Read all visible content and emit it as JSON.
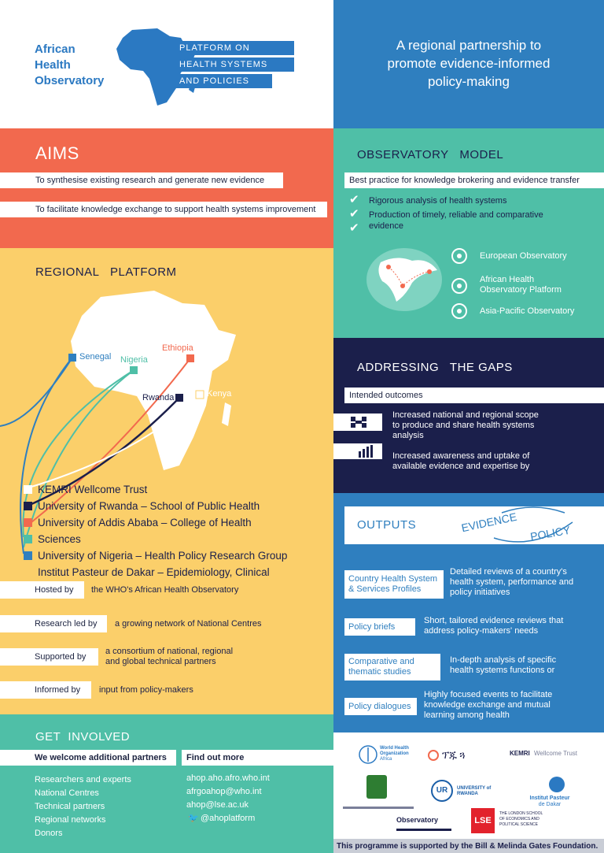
{
  "header": {
    "logo_line1": "African",
    "logo_line2": "Health",
    "logo_line3": "Observatory",
    "platform_line1": "PLATFORM ON",
    "platform_line2": "HEALTH SYSTEMS",
    "platform_line3": "AND POLICIES",
    "tagline_line1": "A regional partnership to",
    "tagline_line2": "promote evidence-informed",
    "tagline_line3": "policy-making"
  },
  "aims": {
    "title": "AIMS",
    "items": [
      "To synthesise existing research and generate new evidence",
      "To facilitate knowledge exchange to support health systems improvement"
    ]
  },
  "observatory_model": {
    "title": "OBSERVATORY   MODEL",
    "subtitle": "Best practice for knowledge brokering and evidence transfer",
    "checks": [
      "Rigorous analysis of health systems",
      "Production of timely, reliable and comparative",
      "evidence"
    ],
    "observatories": [
      "European Observatory",
      "African Health",
      "Observatory Platform",
      "Asia-Pacific Observatory"
    ]
  },
  "regional_platform": {
    "title": "REGIONAL   PLATFORM",
    "countries": {
      "senegal": "Senegal",
      "nigeria": "Nigeria",
      "ethiopia": "Ethiopia",
      "rwanda": "Rwanda",
      "kenya": "Kenya"
    },
    "institutions": [
      "KEMRI Wellcome Trust",
      "University of Rwanda – School of Public Health",
      "University of Addis Ababa – College of Health",
      "Sciences",
      "University of Nigeria – Health Policy Research Group",
      "Institut Pasteur de Dakar – Epidemiology, Clinical"
    ]
  },
  "roles": [
    {
      "label": "Hosted by",
      "value": "the WHO's African Health Observatory"
    },
    {
      "label": "Research led by",
      "value": "a growing network of National Centres"
    },
    {
      "label": "Supported by",
      "value_line1": "a consortium of national, regional",
      "value_line2": "and global technical partners"
    },
    {
      "label": "Informed by",
      "value": "input from policy-makers"
    }
  ],
  "gaps": {
    "title": "ADDRESSING   THE GAPS",
    "subtitle": "Intended outcomes",
    "outcome1_line1": "Increased national and regional scope",
    "outcome1_line2": "to produce and share health systems",
    "outcome1_line3": "analysis",
    "outcome2_line1": "Increased awareness and uptake of",
    "outcome2_line2": "available evidence and expertise by"
  },
  "outputs": {
    "title": "OUTPUTS",
    "evidence_word": "EVIDENCE",
    "policy_word": "POLICY",
    "items": [
      {
        "label_line1": "Country Health System",
        "label_line2": "& Services Profiles",
        "desc_line1": "Detailed reviews of a country's",
        "desc_line2": "health system, performance and",
        "desc_line3": "policy initiatives"
      },
      {
        "label_line1": "Policy briefs",
        "desc_line1": "Short, tailored evidence reviews that",
        "desc_line2": "address policy-makers' needs"
      },
      {
        "label_line1": "Comparative and",
        "label_line2": "thematic studies",
        "desc_line1": "In-depth analysis of specific",
        "desc_line2": "health systems functions or"
      },
      {
        "label_line1": "Policy dialogues",
        "desc_line1": "Highly focused events to facilitate",
        "desc_line2": "knowledge exchange and mutual",
        "desc_line3": "learning among health"
      }
    ]
  },
  "get_involved": {
    "title": "GET  INVOLVED",
    "welcome": "We welcome additional partners",
    "find_out": "Find out more",
    "partners": [
      "Researchers and experts",
      "National Centres",
      "Technical partners",
      "Regional networks",
      "Donors"
    ],
    "links": [
      "ahop.aho.afro.who.int",
      "afrgoahop@who.int",
      "ahop@lse.ac.uk",
      "@ahoplatform"
    ]
  },
  "logos": {
    "who_line1": "World Health",
    "who_line2": "Organization",
    "who_line3": "Africa",
    "kemri": "KEMRI",
    "wellcome": "Wellcome Trust",
    "ur_line1": "UNIVERSITY of",
    "ur_line2": "RWANDA",
    "pasteur_line1": "Institut Pasteur",
    "pasteur_line2": "de Dakar",
    "european_obs": "Observatory",
    "lse": "LSE",
    "lse_line1": "THE LONDON SCHOOL",
    "lse_line2": "OF ECONOMICS AND",
    "lse_line3": "POLITICAL SCIENCE"
  },
  "footer": "This programme is supported by the Bill & Melinda Gates Foundation.",
  "colors": {
    "navy": "#1b1f4b",
    "blue": "#2f7fbf",
    "teal": "#4fbfa7",
    "coral": "#f2694e",
    "yellow": "#fbcf6a",
    "logo_blue": "#2b79c2"
  }
}
